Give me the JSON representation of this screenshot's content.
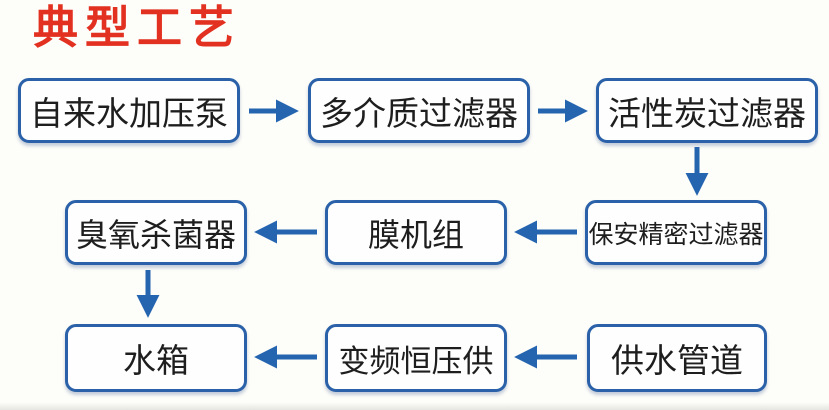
{
  "title": "典型工艺",
  "colors": {
    "background": "#fdfdf9",
    "title_red": "#e23121",
    "box_border_blue": "#2a61a8",
    "arrow_blue": "#2565b0",
    "box_text_black": "#1e1e1e"
  },
  "flow": {
    "nodes": [
      {
        "id": "tap-water-booster-pump",
        "label": "自来水加压泵"
      },
      {
        "id": "multi-media-filter",
        "label": "多介质过滤器"
      },
      {
        "id": "activated-carbon-filter",
        "label": "活性炭过滤器"
      },
      {
        "id": "security-precision-filter",
        "label": "保安精密过滤器"
      },
      {
        "id": "membrane-unit",
        "label": "膜机组"
      },
      {
        "id": "ozone-sterilizer",
        "label": "臭氧杀菌器"
      },
      {
        "id": "water-tank",
        "label": "水箱"
      },
      {
        "id": "vfd-constant-pressure-supply",
        "label": "变频恒压供"
      },
      {
        "id": "water-supply-pipeline",
        "label": "供水管道"
      }
    ],
    "edges": [
      {
        "from": "tap-water-booster-pump",
        "to": "multi-media-filter"
      },
      {
        "from": "multi-media-filter",
        "to": "activated-carbon-filter"
      },
      {
        "from": "activated-carbon-filter",
        "to": "security-precision-filter"
      },
      {
        "from": "security-precision-filter",
        "to": "membrane-unit"
      },
      {
        "from": "membrane-unit",
        "to": "ozone-sterilizer"
      },
      {
        "from": "ozone-sterilizer",
        "to": "water-tank"
      },
      {
        "from": "water-supply-pipeline",
        "to": "vfd-constant-pressure-supply"
      },
      {
        "from": "vfd-constant-pressure-supply",
        "to": "water-tank"
      }
    ]
  }
}
